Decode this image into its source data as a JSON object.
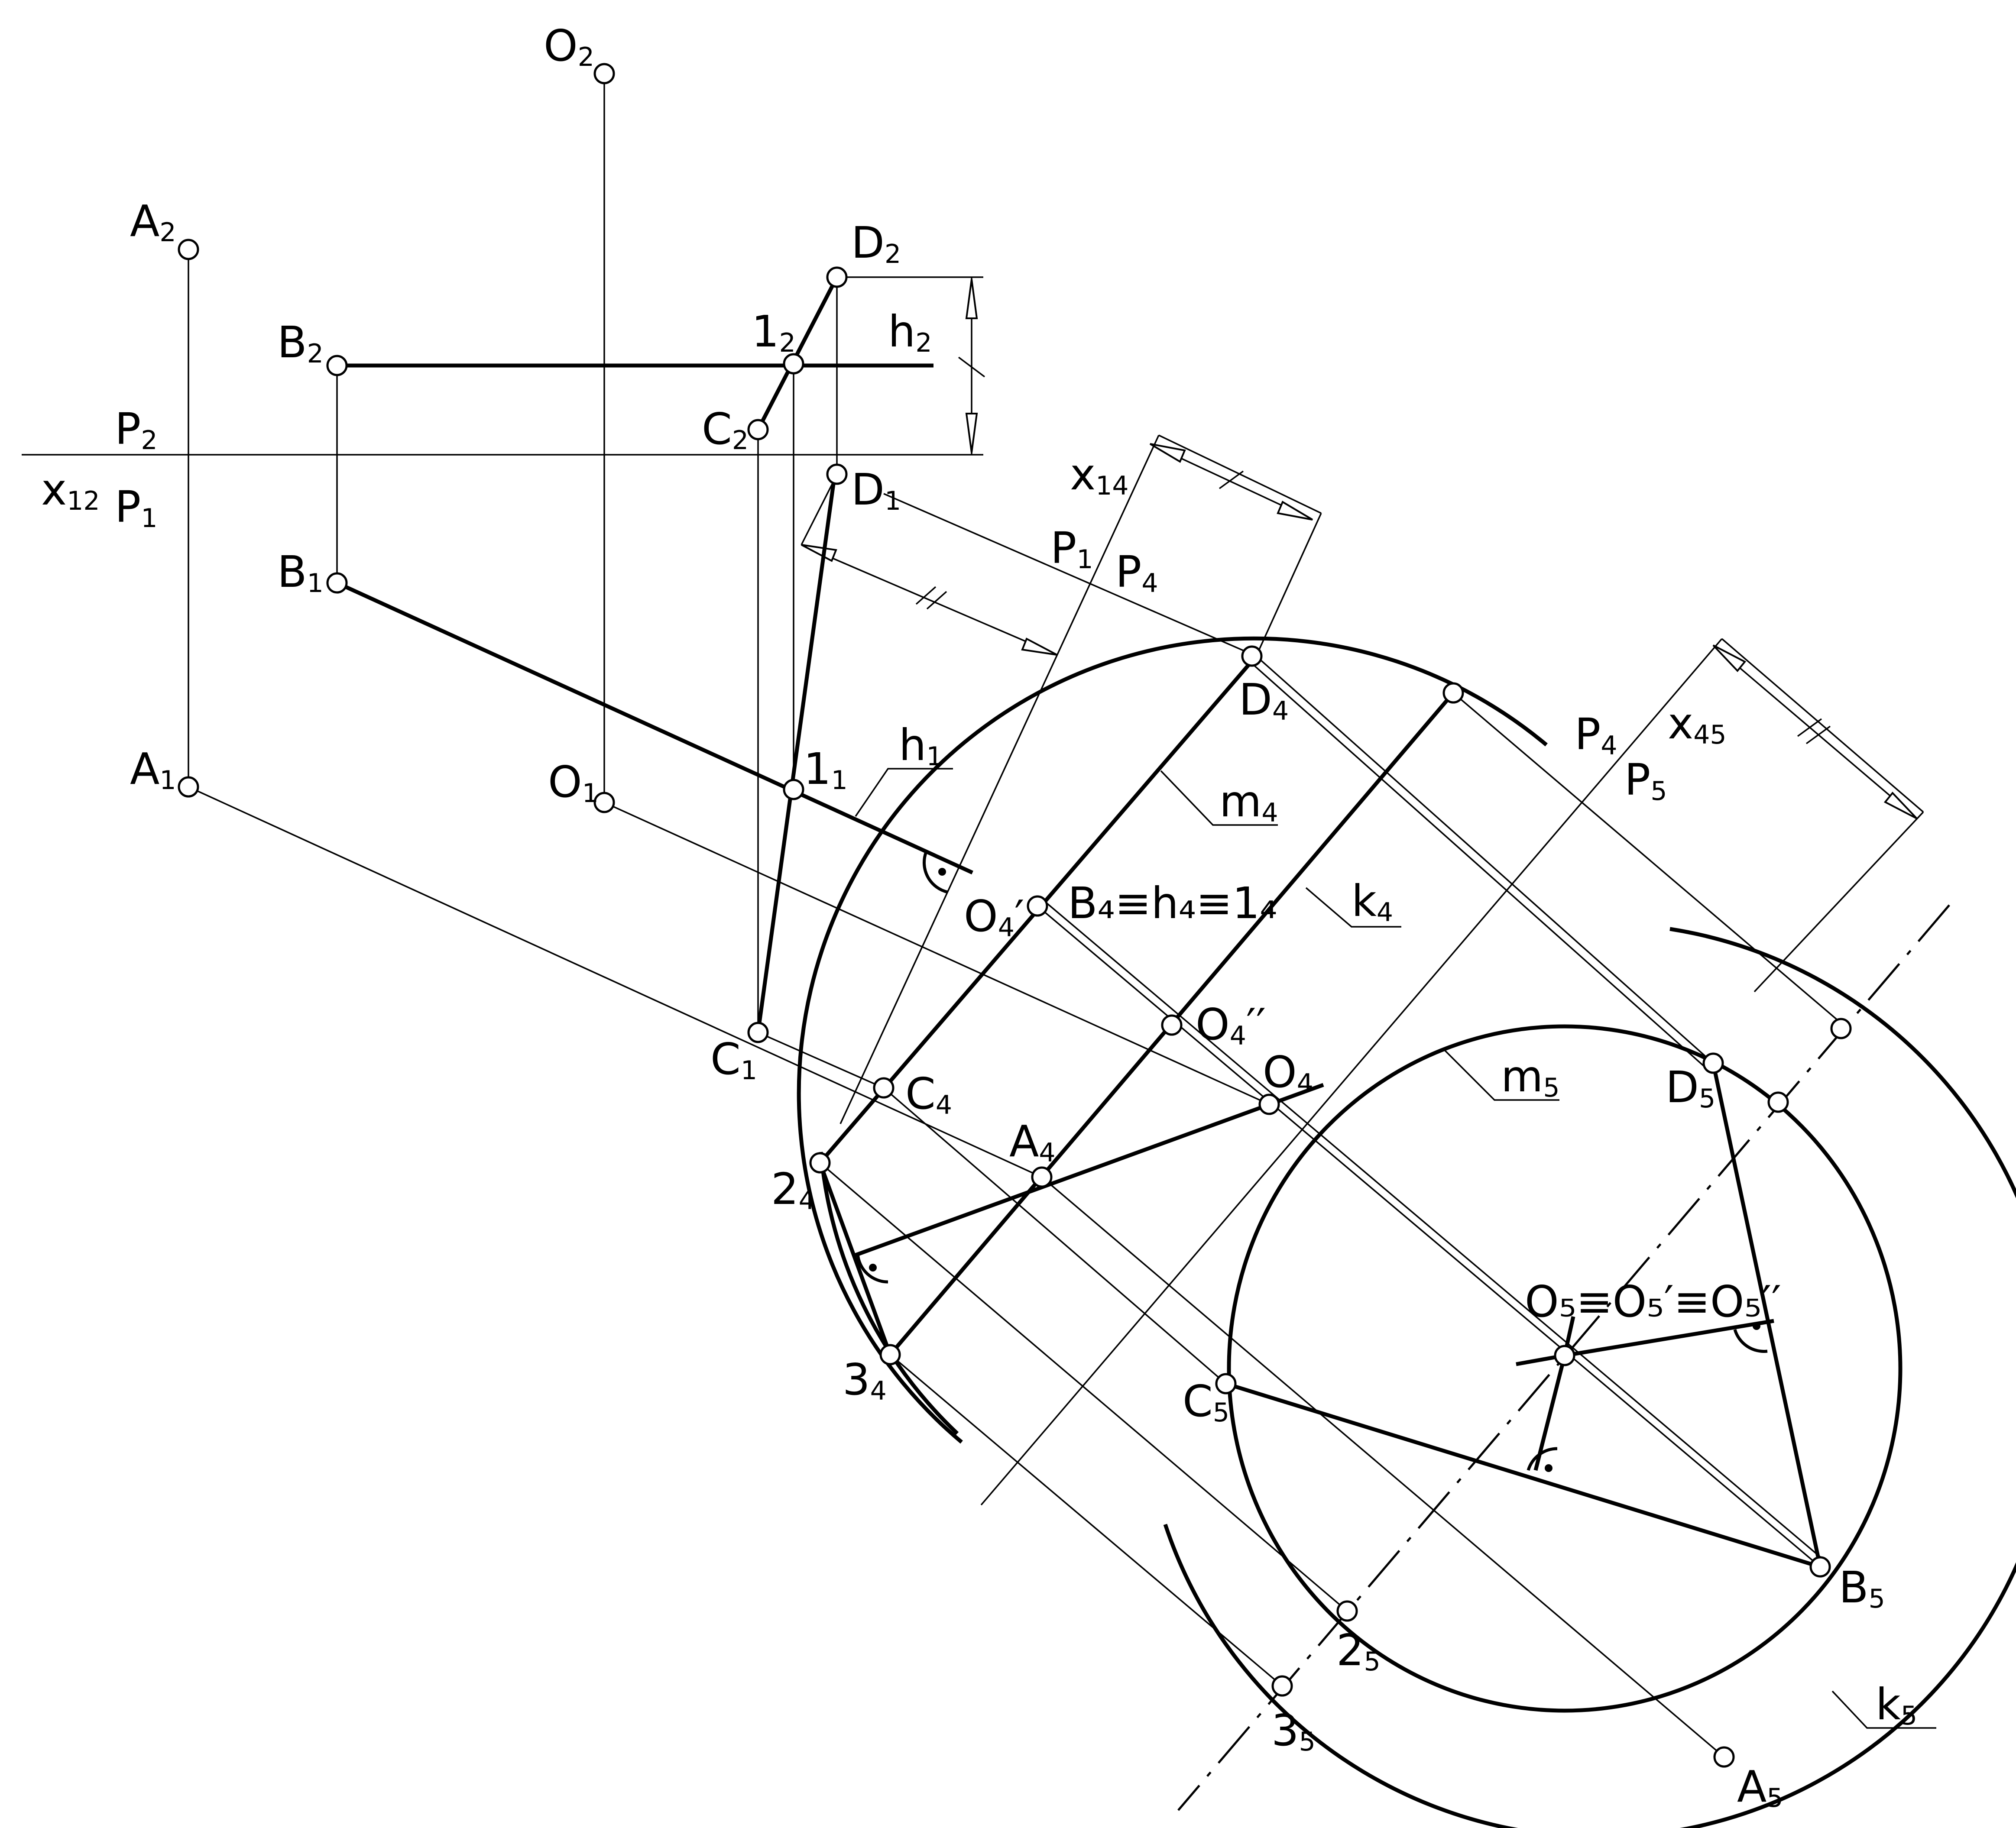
{
  "labels": {
    "A2": {
      "main": "A",
      "sub": "2"
    },
    "O2": {
      "main": "O",
      "sub": "2"
    },
    "B2": {
      "main": "B",
      "sub": "2"
    },
    "D2": {
      "main": "D",
      "sub": "2"
    },
    "n12": {
      "main": "1",
      "sub": "2"
    },
    "h2": {
      "main": "h",
      "sub": "2"
    },
    "C2": {
      "main": "C",
      "sub": "2"
    },
    "P2": {
      "main": "P",
      "sub": "2"
    },
    "x12": {
      "main": "x",
      "sub": "12"
    },
    "P1a": {
      "main": "P",
      "sub": "1"
    },
    "D1": {
      "main": "D",
      "sub": "1"
    },
    "x14": {
      "main": "x",
      "sub": "14"
    },
    "P1b": {
      "main": "P",
      "sub": "1"
    },
    "P4a": {
      "main": "P",
      "sub": "4"
    },
    "B1": {
      "main": "B",
      "sub": "1"
    },
    "D4": {
      "main": "D",
      "sub": "4"
    },
    "A1": {
      "main": "A",
      "sub": "1"
    },
    "O1": {
      "main": "O",
      "sub": "1"
    },
    "n11": {
      "main": "1",
      "sub": "1"
    },
    "h1": {
      "main": "h",
      "sub": "1"
    },
    "m4": {
      "main": "m",
      "sub": "4"
    },
    "P4b": {
      "main": "P",
      "sub": "4"
    },
    "P5": {
      "main": "P",
      "sub": "5"
    },
    "x45": {
      "main": "x",
      "sub": "45"
    },
    "O4p": {
      "main": "O",
      "sub": "4",
      "suffix": "′"
    },
    "B4chain": {
      "main": "B₄≡h₄≡1₄"
    },
    "k4": {
      "main": "k",
      "sub": "4"
    },
    "O4pp": {
      "main": "O",
      "sub": "4",
      "suffix": "′′"
    },
    "O4": {
      "main": "O",
      "sub": "4"
    },
    "C1": {
      "main": "C",
      "sub": "1"
    },
    "C4": {
      "main": "C",
      "sub": "4"
    },
    "m5": {
      "main": "m",
      "sub": "5"
    },
    "D5": {
      "main": "D",
      "sub": "5"
    },
    "A4": {
      "main": "A",
      "sub": "4"
    },
    "n24": {
      "main": "2",
      "sub": "4"
    },
    "O5chain": {
      "main": "O₅≡O₅′≡O₅′′"
    },
    "n34": {
      "main": "3",
      "sub": "4"
    },
    "C5": {
      "main": "C",
      "sub": "5"
    },
    "B5": {
      "main": "B",
      "sub": "5"
    },
    "n25": {
      "main": "2",
      "sub": "5"
    },
    "n35": {
      "main": "3",
      "sub": "5"
    },
    "k5": {
      "main": "k",
      "sub": "5"
    },
    "A5": {
      "main": "A",
      "sub": "5"
    }
  },
  "colors": {
    "line": "#000000",
    "background": "#ffffff"
  }
}
